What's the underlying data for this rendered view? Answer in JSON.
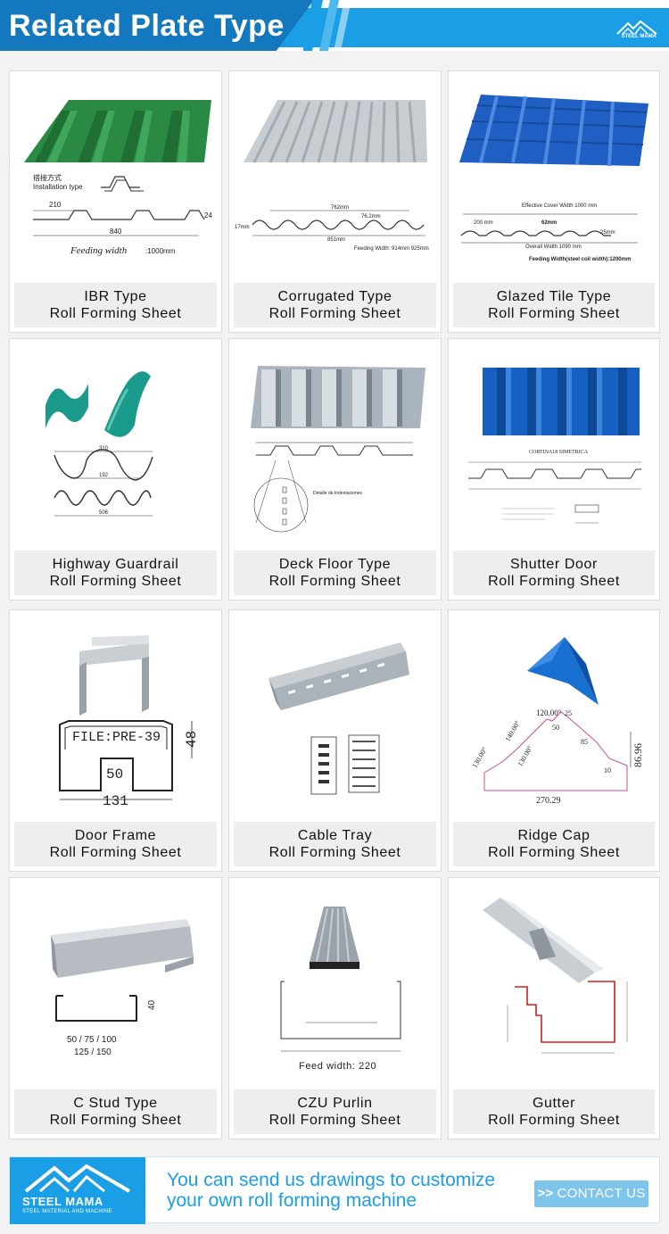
{
  "header": {
    "title": "Related Plate Type",
    "logo_name": "STEEL MAMA"
  },
  "cards": [
    {
      "line1": "IBR Type",
      "line2": "Roll Forming Sheet",
      "icon": "ibr-sheet-drawing",
      "color": "#2a8a44",
      "annotations": {
        "install_cn": "搭接方式",
        "install_en": "Installation type",
        "pitch": "210",
        "height": "24",
        "cover": "840",
        "feeding_label": "Feeding width",
        "feeding_value": ":1000mm"
      }
    },
    {
      "line1": "Corrugated Type",
      "line2": "Roll Forming Sheet",
      "icon": "corrugated-sheet-drawing",
      "color": "#c8cdd2",
      "annotations": {
        "cover": "762mm",
        "pitch": "76.2mm",
        "height": "17mm",
        "overall": "851mm",
        "feeding": "Feeding Width: 914mm 925mm"
      }
    },
    {
      "line1": "Glazed Tile Type",
      "line2": "Roll Forming Sheet",
      "icon": "glazed-tile-drawing",
      "color": "#1f5fc4",
      "annotations": {
        "cover": "Effective Cover Width 1000 mm",
        "pitch": "200 mm",
        "step": "62mm",
        "height": "25mm",
        "overall": "Overall Width 1090 mm",
        "feeding": "Feeding Width(steel coil width):1200mm"
      }
    },
    {
      "line1": "Highway Guardrail",
      "line2": "Roll Forming Sheet",
      "icon": "guardrail-drawing",
      "color": "#1a9a8a",
      "annotations": {
        "top": "310",
        "mid": "192",
        "bottom": "506"
      }
    },
    {
      "line1": "Deck Floor Type",
      "line2": "Roll Forming Sheet",
      "icon": "deck-floor-drawing",
      "color": "#aab4be",
      "annotations": {
        "detail": "Detalle de Indentaciones"
      }
    },
    {
      "line1": "Shutter Door",
      "line2": "Roll Forming Sheet",
      "icon": "shutter-door-drawing",
      "color": "#1560c0",
      "annotations": {
        "title": "CORTINA18   SIMETRICA"
      }
    },
    {
      "line1": "Door Frame",
      "line2": "Roll Forming Sheet",
      "icon": "door-frame-drawing",
      "color": "#b8bec4",
      "annotations": {
        "file": "FILE:PRE-39",
        "height": "48",
        "inner": "50",
        "width": "131"
      }
    },
    {
      "line1": "Cable Tray",
      "line2": "Roll Forming Sheet",
      "icon": "cable-tray-drawing",
      "color": "#b0b8c0",
      "annotations": {}
    },
    {
      "line1": "Ridge Cap",
      "line2": "Roll Forming Sheet",
      "icon": "ridge-cap-drawing",
      "color": "#1870d0",
      "annotations": {
        "apex": "120.00°",
        "a1": "140.00°",
        "a2": "130.00°",
        "a3": "130.00°",
        "d1": "25",
        "d2": "50",
        "d3": "85",
        "d4": "10",
        "height": "86.96",
        "width": "270.29"
      }
    },
    {
      "line1": "C Stud Type",
      "line2": "Roll Forming Sheet",
      "icon": "c-stud-drawing",
      "color": "#c0c6cc",
      "annotations": {
        "height": "40",
        "widths": "50 / 75 / 100",
        "widths2": "125 / 150"
      }
    },
    {
      "line1": "CZU Purlin",
      "line2": "Roll Forming Sheet",
      "icon": "czu-purlin-drawing",
      "color": "#9aa2aa",
      "annotations": {
        "feed": "Feed width: 220"
      }
    },
    {
      "line1": "Gutter",
      "line2": "Roll Forming Sheet",
      "icon": "gutter-drawing",
      "color": "#d02020",
      "annotations": {}
    }
  ],
  "footer": {
    "logo_name": "STEEL MAMA",
    "logo_sub": "STEEL MATERIAL AND MACHINE",
    "message_line1": "You can send us drawings to customize",
    "message_line2": "your own roll forming machine",
    "contact_label": "CONTACT US",
    "accent": "#1a9ee5"
  }
}
